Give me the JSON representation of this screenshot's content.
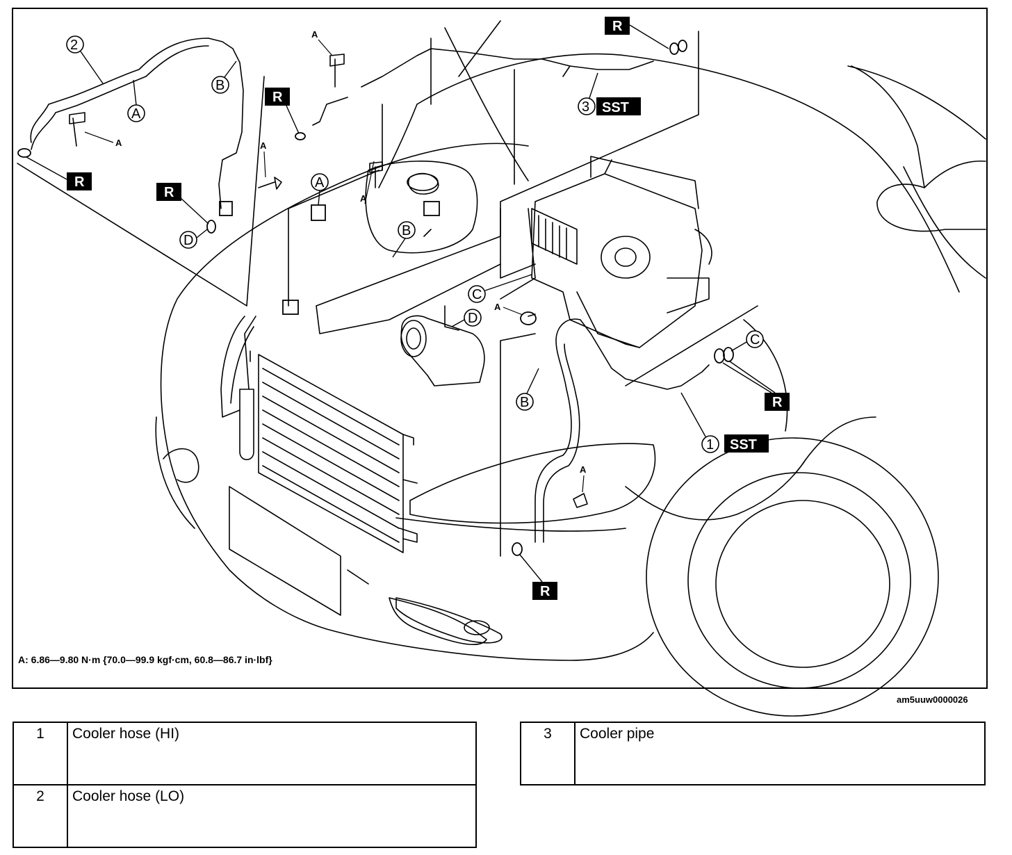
{
  "torque_note": "A: 6.86—9.80 N·m {70.0—99.9 kgf·cm, 60.8—86.7 in·lbf}",
  "figure_id": "am5uuw0000026",
  "callouts": {
    "one": "1",
    "two": "2",
    "three": "3",
    "a_circle": "A",
    "b_circle": "B",
    "c_circle": "C",
    "d_circle": "D",
    "r_box": "R",
    "sst_box": "SST",
    "a_small": "A"
  },
  "legend": [
    {
      "num": "1",
      "name": "Cooler hose (HI)"
    },
    {
      "num": "2",
      "name": "Cooler hose (LO)"
    },
    {
      "num": "3",
      "name": "Cooler pipe"
    }
  ]
}
